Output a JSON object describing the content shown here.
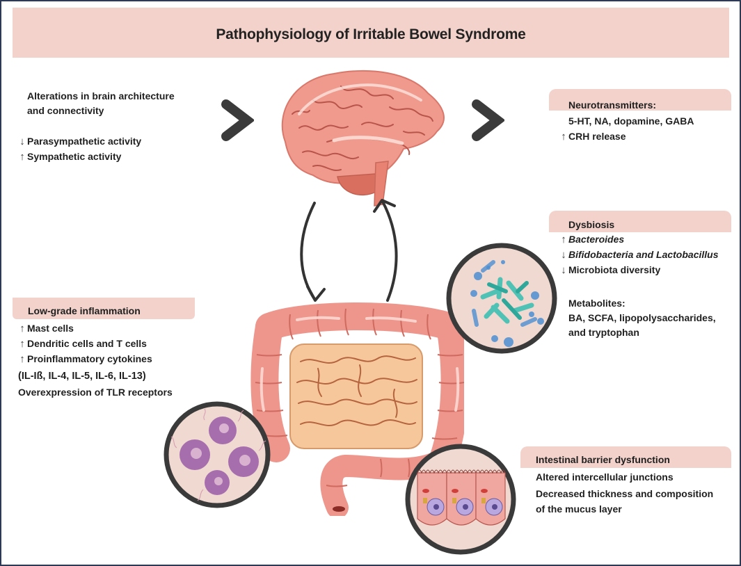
{
  "title": "Pathophysiology of Irritable Bowel Syndrome",
  "icons": {
    "up": "↑",
    "down": "↓"
  },
  "brain_section": {
    "heading_line1": "Alterations in brain architecture",
    "heading_line2": "and connectivity",
    "items": [
      {
        "direction": "down",
        "text": "Parasympathetic activity"
      },
      {
        "direction": "up",
        "text": "Sympathetic activity"
      }
    ]
  },
  "neuro_section": {
    "heading": "Neurotransmitters:",
    "line1": "5-HT, NA, dopamine, GABA",
    "items": [
      {
        "direction": "up",
        "text": "CRH release"
      }
    ]
  },
  "dysbiosis_section": {
    "heading": "Dysbiosis",
    "items": [
      {
        "direction": "up",
        "text": "Bacteroides",
        "italic": true
      },
      {
        "direction": "down",
        "text": "Bifidobacteria and Lactobacillus",
        "italic": true
      },
      {
        "direction": "down",
        "text": "Microbiota diversity",
        "italic": false
      }
    ],
    "metabolites_heading": "Metabolites:",
    "metabolites_line1": "BA, SCFA, lipopolysaccharides,",
    "metabolites_line2": "and tryptophan"
  },
  "inflammation_section": {
    "heading": "Low-grade inflammation",
    "items": [
      {
        "direction": "up",
        "text": "Mast cells"
      },
      {
        "direction": "up",
        "text": "Dendritic cells and T cells"
      },
      {
        "direction": "up",
        "text": "Proinflammatory cytokines"
      }
    ],
    "cytokines": "(IL-Iß, IL-4, IL-5, IL-6, IL-13)",
    "tlr": "Overexpression of TLR receptors"
  },
  "barrier_section": {
    "heading": "Intestinal barrier dysfunction",
    "line1": "Altered intercellular junctions",
    "line2": "Decreased thickness and composition",
    "line3": "of the mucus layer"
  },
  "colors": {
    "band": "#f2d2ca",
    "frame": "#2e3a55",
    "chevron": "#3b3b3b",
    "brain": "#ef9a8d",
    "colon": "#ee958c",
    "small_intestine": "#f6c79a",
    "bacteria_teal": "#4fc2b5",
    "bacteria_blue": "#4d8fd1",
    "mast_cell": "#9a5aa8"
  }
}
